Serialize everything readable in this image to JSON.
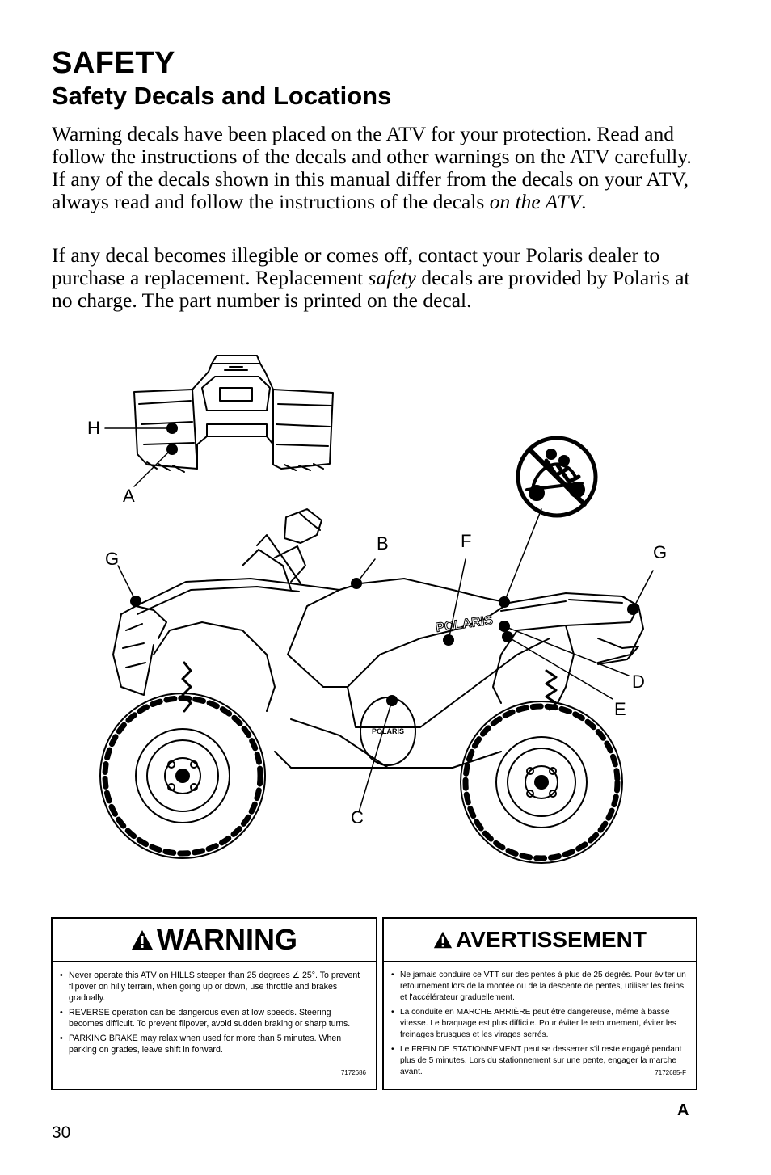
{
  "header": {
    "section": "SAFETY",
    "title": "Safety Decals and Locations"
  },
  "body": {
    "paragraph1_a": "Warning decals have been placed on the ATV for your protection. Read and follow the instructions of the decals and other warnings on the ATV carefully.  If any of the decals shown in this manual differ from the decals on your ATV, always read and follow the instructions of the decals ",
    "paragraph1_emph": "on the ATV",
    "paragraph1_end": ".",
    "paragraph2_a": "If any decal becomes illegible or comes off, contact your Polaris dealer to purchase a replacement. Replacement ",
    "paragraph2_emph": "safety",
    "paragraph2_b": " decals are provided by Polaris at no charge.  The part number is printed on the decal."
  },
  "figure": {
    "callouts": {
      "h": "H",
      "a": "A",
      "g_left": "G",
      "b": "B",
      "f": "F",
      "g_right": "G",
      "d": "D",
      "e": "E",
      "c": "C"
    },
    "brand_fender": "POLARIS",
    "brand_cover": "POLARIS"
  },
  "decal_en": {
    "heading": "WARNING",
    "items": [
      "Never operate this ATV on HILLS steeper than 25 degrees ∠ 25°. To prevent flipover on hilly terrain, when going up or down, use throttle and brakes gradually.",
      "REVERSE operation can be dangerous even at low speeds. Steering becomes difficult. To prevent flipover, avoid sudden braking or sharp turns.",
      "PARKING BRAKE may relax when used for more than 5 minutes. When parking on grades, leave shift in forward."
    ],
    "part_number": "7172686"
  },
  "decal_fr": {
    "heading": "AVERTISSEMENT",
    "items": [
      "Ne jamais conduire ce VTT sur des pentes à plus de 25 degrés. Pour éviter un retournement lors de la montée ou de la descente de pentes, utiliser les freins et l'accélérateur graduellement.",
      "La conduite en MARCHE ARRIÈRE peut être dangereuse, même à basse vitesse. Le braquage est plus difficile. Pour éviter le retournement, éviter les freinages brusques et les virages serrés.",
      "Le FREIN DE STATIONNEMENT peut se desserrer s'il reste engagé pendant plus de 5 minutes. Lors du stationnement sur une pente, engager la marche avant."
    ],
    "part_number": "7172685-F"
  },
  "figure_letter": "A",
  "page_number": "30"
}
